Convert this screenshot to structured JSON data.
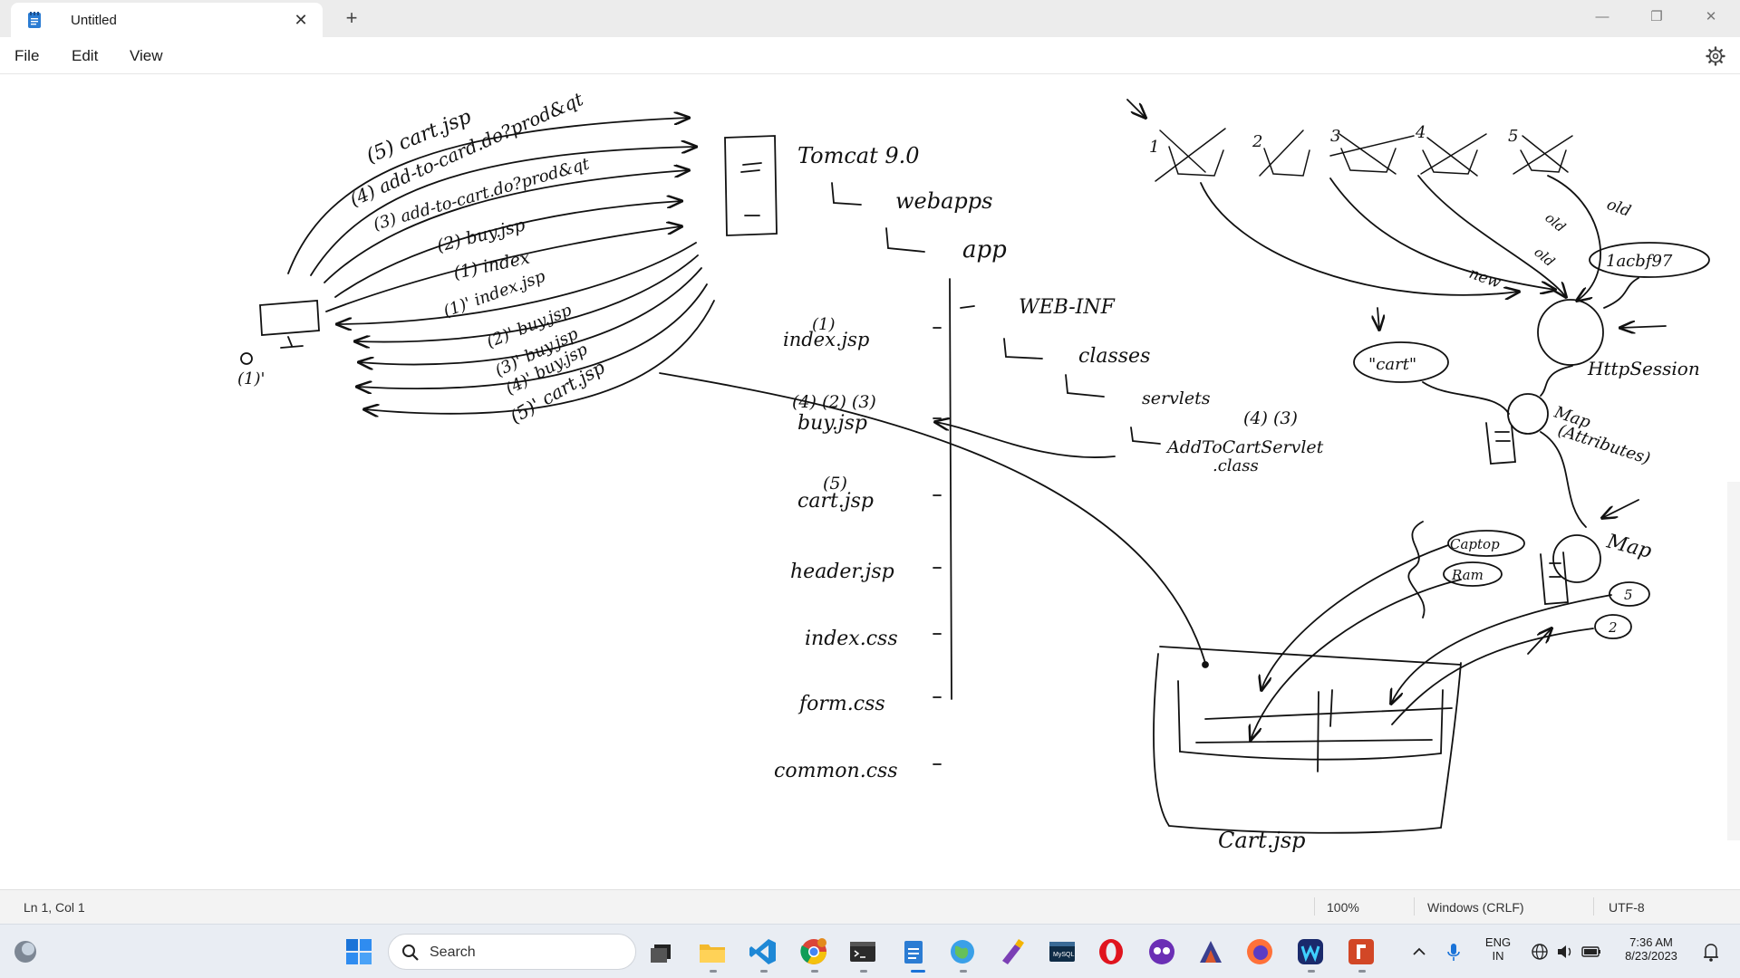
{
  "window": {
    "tab_title": "Untitled",
    "tab_close": "✕",
    "new_tab": "+",
    "minimize": "—",
    "maximize": "❐",
    "close": "✕"
  },
  "menu": {
    "file": "File",
    "edit": "Edit",
    "view": "View"
  },
  "drawing": {
    "requests": [
      "(5) cart.jsp",
      "(4) add-to-card.do?prod&qt",
      "(3) add-to-cart.do?prod&qt",
      "(2) buy.jsp",
      "(1) index"
    ],
    "responses": [
      "(1)' index.jsp",
      "(2)' buy.jsp",
      "(3)' buy.jsp",
      "(4)' buy.jsp",
      "(5)' cart.jsp"
    ],
    "client_label": "(1)'",
    "tree": {
      "tomcat": "Tomcat 9.0",
      "webapps": "webapps",
      "app": "app",
      "webinf": "WEB-INF",
      "classes": "classes",
      "servlets": "servlets",
      "servlet_class": "AddToCartServlet",
      "servlet_class_ext": ".class",
      "servlet_markers": "(4)  (3)"
    },
    "files": [
      {
        "marker": "(1)",
        "name": "index.jsp"
      },
      {
        "marker": "(4) (2)  (3)",
        "name": "buy.jsp"
      },
      {
        "marker": "(5)",
        "name": "cart.jsp"
      },
      {
        "marker": "",
        "name": "header.jsp"
      },
      {
        "marker": "",
        "name": "index.css"
      },
      {
        "marker": "",
        "name": "form.css"
      },
      {
        "marker": "",
        "name": "common.css"
      }
    ],
    "session": {
      "numbers": [
        "1",
        "2",
        "3",
        "4",
        "5"
      ],
      "new_label": "new",
      "old_label_1": "old",
      "old_label_2": "old",
      "old_label_3": "old",
      "session_id": "1acbf97",
      "cart_key": "\"cart\"",
      "http_session": "HttpSession",
      "map_attributes_1": "Map",
      "map_attributes_2": "(Attributes)",
      "map": "Map",
      "captop": "Captop",
      "ram": "Ram",
      "qty_5": "5",
      "qty_2": "2",
      "cart_jsp": "Cart.jsp"
    }
  },
  "status": {
    "position": "Ln 1, Col 1",
    "zoom": "100%",
    "line_ending": "Windows (CRLF)",
    "encoding": "UTF-8"
  },
  "taskbar": {
    "search_label": "Search",
    "lang_1": "ENG",
    "lang_2": "IN",
    "time": "7:36 AM",
    "date": "8/23/2023",
    "icons": [
      "start-icon",
      "task-view-icon",
      "file-explorer-icon",
      "vscode-icon",
      "chrome-icon",
      "terminal-icon",
      "notepad-icon",
      "maps-icon",
      "paint-icon",
      "mysql-icon",
      "opera-icon",
      "app-icon",
      "git-icon",
      "firefox-icon",
      "webex-icon",
      "powerpoint-icon"
    ]
  }
}
